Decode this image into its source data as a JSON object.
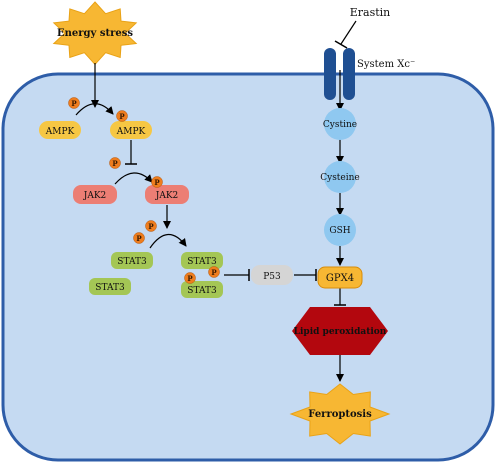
{
  "stimuli": {
    "energy_stress": "Energy stress",
    "erastin": "Erastin",
    "transporter": "System Xc⁻"
  },
  "phospho_label": "P",
  "nodes": {
    "ampk_inactive": "AMPK",
    "ampk_active": "AMPK",
    "jak2_inactive": "JAK2",
    "jak2_active": "JAK2",
    "stat3_mono": "STAT3",
    "stat3_dimer_top": "STAT3",
    "stat3_dimer_bottom": "STAT3",
    "stat3_free": "STAT3",
    "p53": "P53",
    "cystine": "Cystine",
    "cysteine": "Cysteine",
    "gsh": "GSH",
    "gpx4": "GPX4",
    "lipid_peroxidation": "Lipid peroxidation",
    "ferroptosis": "Ferroptosis"
  },
  "colors": {
    "cell_fill": "#c5daf2",
    "cell_border": "#2e5da8",
    "star_fill": "#f7b733",
    "star_stroke": "#e9a216",
    "ampk": "#f6c744",
    "jak2": "#ec7e74",
    "stat3": "#a4c655",
    "p53": "#d5d5d5",
    "metabolite": "#8fc8f0",
    "gpx4": "#f7b733",
    "lipid": "#b3070e",
    "phospho": "#ee7d1e",
    "transporter": "#1f4f92"
  }
}
